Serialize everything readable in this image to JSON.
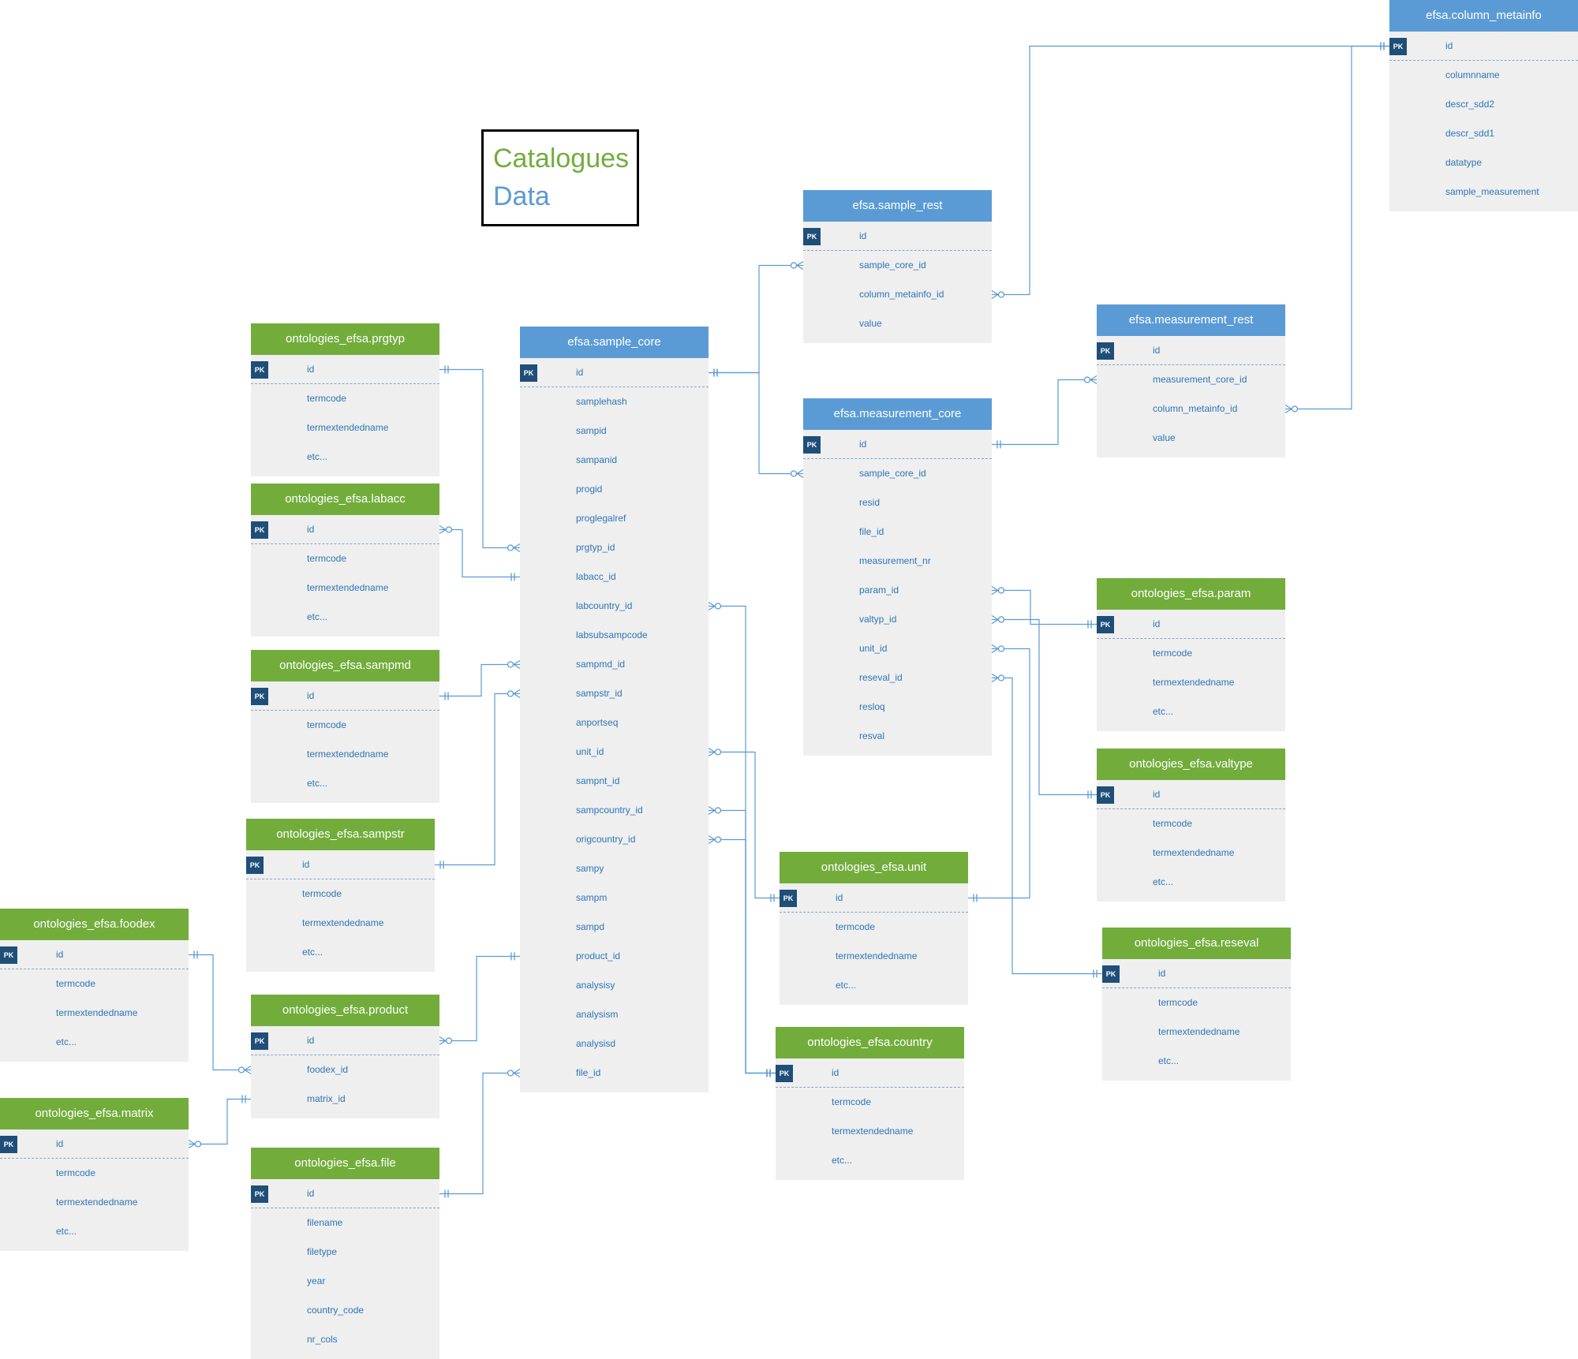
{
  "colors": {
    "catalogue": "#72ad3c",
    "data": "#5b9bd5",
    "field_text": "#2e75b6",
    "pk_badge": "#1f4e79",
    "body": "#efefef",
    "line": "#5b9bd5"
  },
  "legend": {
    "catalogues": "Catalogues",
    "data": "Data",
    "catalogues_color": "#72ad3c",
    "data_color": "#5b9bd5"
  },
  "pk_label": "PK",
  "entities": [
    {
      "id": "column_metainfo",
      "kind": "data",
      "title": "efsa.column_metainfo",
      "fields": [
        "id",
        "columnname",
        "descr_sdd2",
        "descr_sdd1",
        "datatype",
        "sample_measurement"
      ]
    },
    {
      "id": "sample_rest",
      "kind": "data",
      "title": "efsa.sample_rest",
      "fields": [
        "id",
        "sample_core_id",
        "column_metainfo_id",
        "value"
      ]
    },
    {
      "id": "measurement_rest",
      "kind": "data",
      "title": "efsa.measurement_rest",
      "fields": [
        "id",
        "measurement_core_id",
        "column_metainfo_id",
        "value"
      ]
    },
    {
      "id": "measurement_core",
      "kind": "data",
      "title": "efsa.measurement_core",
      "fields": [
        "id",
        "sample_core_id",
        "resid",
        "file_id",
        "measurement_nr",
        "param_id",
        "valtyp_id",
        "unit_id",
        "reseval_id",
        "resloq",
        "resval"
      ]
    },
    {
      "id": "sample_core",
      "kind": "data",
      "title": "efsa.sample_core",
      "fields": [
        "id",
        "samplehash",
        "sampid",
        "sampanid",
        "progid",
        "proglegalref",
        "prgtyp_id",
        "labacc_id",
        "labcountry_id",
        "labsubsampcode",
        "sampmd_id",
        "sampstr_id",
        "anportseq",
        "unit_id",
        "sampnt_id",
        "sampcountry_id",
        "origcountry_id",
        "sampy",
        "sampm",
        "sampd",
        "product_id",
        "analysisy",
        "analysism",
        "analysisd",
        "file_id"
      ]
    },
    {
      "id": "prgtyp",
      "kind": "catalogue",
      "title": "ontologies_efsa.prgtyp",
      "fields": [
        "id",
        "termcode",
        "termextendedname",
        "etc..."
      ]
    },
    {
      "id": "labacc",
      "kind": "catalogue",
      "title": "ontologies_efsa.labacc",
      "fields": [
        "id",
        "termcode",
        "termextendedname",
        "etc..."
      ]
    },
    {
      "id": "sampmd",
      "kind": "catalogue",
      "title": "ontologies_efsa.sampmd",
      "fields": [
        "id",
        "termcode",
        "termextendedname",
        "etc..."
      ]
    },
    {
      "id": "sampstr",
      "kind": "catalogue",
      "title": "ontologies_efsa.sampstr",
      "fields": [
        "id",
        "termcode",
        "termextendedname",
        "etc..."
      ]
    },
    {
      "id": "foodex",
      "kind": "catalogue",
      "title": "ontologies_efsa.foodex",
      "fields": [
        "id",
        "termcode",
        "termextendedname",
        "etc..."
      ]
    },
    {
      "id": "product",
      "kind": "catalogue",
      "title": "ontologies_efsa.product",
      "fields": [
        "id",
        "foodex_id",
        "matrix_id"
      ]
    },
    {
      "id": "matrix",
      "kind": "catalogue",
      "title": "ontologies_efsa.matrix",
      "fields": [
        "id",
        "termcode",
        "termextendedname",
        "etc..."
      ]
    },
    {
      "id": "file",
      "kind": "catalogue",
      "title": "ontologies_efsa.file",
      "fields": [
        "id",
        "filename",
        "filetype",
        "year",
        "country_code",
        "nr_cols"
      ]
    },
    {
      "id": "unit",
      "kind": "catalogue",
      "title": "ontologies_efsa.unit",
      "fields": [
        "id",
        "termcode",
        "termextendedname",
        "etc..."
      ]
    },
    {
      "id": "country",
      "kind": "catalogue",
      "title": "ontologies_efsa.country",
      "fields": [
        "id",
        "termcode",
        "termextendedname",
        "etc..."
      ]
    },
    {
      "id": "param",
      "kind": "catalogue",
      "title": "ontologies_efsa.param",
      "fields": [
        "id",
        "termcode",
        "termextendedname",
        "etc..."
      ]
    },
    {
      "id": "valtype",
      "kind": "catalogue",
      "title": "ontologies_efsa.valtype",
      "fields": [
        "id",
        "termcode",
        "termextendedname",
        "etc..."
      ]
    },
    {
      "id": "reseval",
      "kind": "catalogue",
      "title": "ontologies_efsa.reseval",
      "fields": [
        "id",
        "termcode",
        "termextendedname",
        "etc..."
      ]
    }
  ],
  "relationships": [
    {
      "from": "sample_core.id",
      "to": "sample_rest.sample_core_id",
      "cardinality": "one-to-many"
    },
    {
      "from": "sample_core.id",
      "to": "measurement_core.sample_core_id",
      "cardinality": "one-to-many"
    },
    {
      "from": "column_metainfo.id",
      "to": "sample_rest.column_metainfo_id",
      "cardinality": "one-to-many"
    },
    {
      "from": "column_metainfo.id",
      "to": "measurement_rest.column_metainfo_id",
      "cardinality": "one-to-many"
    },
    {
      "from": "measurement_core.id",
      "to": "measurement_rest.measurement_core_id",
      "cardinality": "one-to-many"
    },
    {
      "from": "prgtyp.id",
      "to": "sample_core.prgtyp_id",
      "cardinality": "one-to-many"
    },
    {
      "from": "sample_core.labacc_id",
      "to": "labacc.id",
      "cardinality": "one-to-many"
    },
    {
      "from": "sampmd.id",
      "to": "sample_core.sampmd_id",
      "cardinality": "one-to-many"
    },
    {
      "from": "sampstr.id",
      "to": "sample_core.sampstr_id",
      "cardinality": "one-to-many"
    },
    {
      "from": "country.id",
      "to": "sample_core.labcountry_id",
      "cardinality": "one-to-many"
    },
    {
      "from": "unit.id",
      "to": "sample_core.unit_id",
      "cardinality": "one-to-many"
    },
    {
      "from": "country.id",
      "to": "sample_core.sampcountry_id",
      "cardinality": "one-to-many"
    },
    {
      "from": "country.id",
      "to": "sample_core.origcountry_id",
      "cardinality": "one-to-many"
    },
    {
      "from": "sample_core.product_id",
      "to": "product.id",
      "cardinality": "one-to-many"
    },
    {
      "from": "file.id",
      "to": "sample_core.file_id",
      "cardinality": "one-to-many"
    },
    {
      "from": "foodex.id",
      "to": "product.foodex_id",
      "cardinality": "one-to-many"
    },
    {
      "from": "product.matrix_id",
      "to": "matrix.id",
      "cardinality": "one-to-many"
    },
    {
      "from": "param.id",
      "to": "measurement_core.param_id",
      "cardinality": "one-to-many"
    },
    {
      "from": "valtype.id",
      "to": "measurement_core.valtyp_id",
      "cardinality": "one-to-many"
    },
    {
      "from": "unit.id",
      "to": "measurement_core.unit_id",
      "cardinality": "one-to-many"
    },
    {
      "from": "reseval.id",
      "to": "measurement_core.reseval_id",
      "cardinality": "one-to-many"
    }
  ]
}
